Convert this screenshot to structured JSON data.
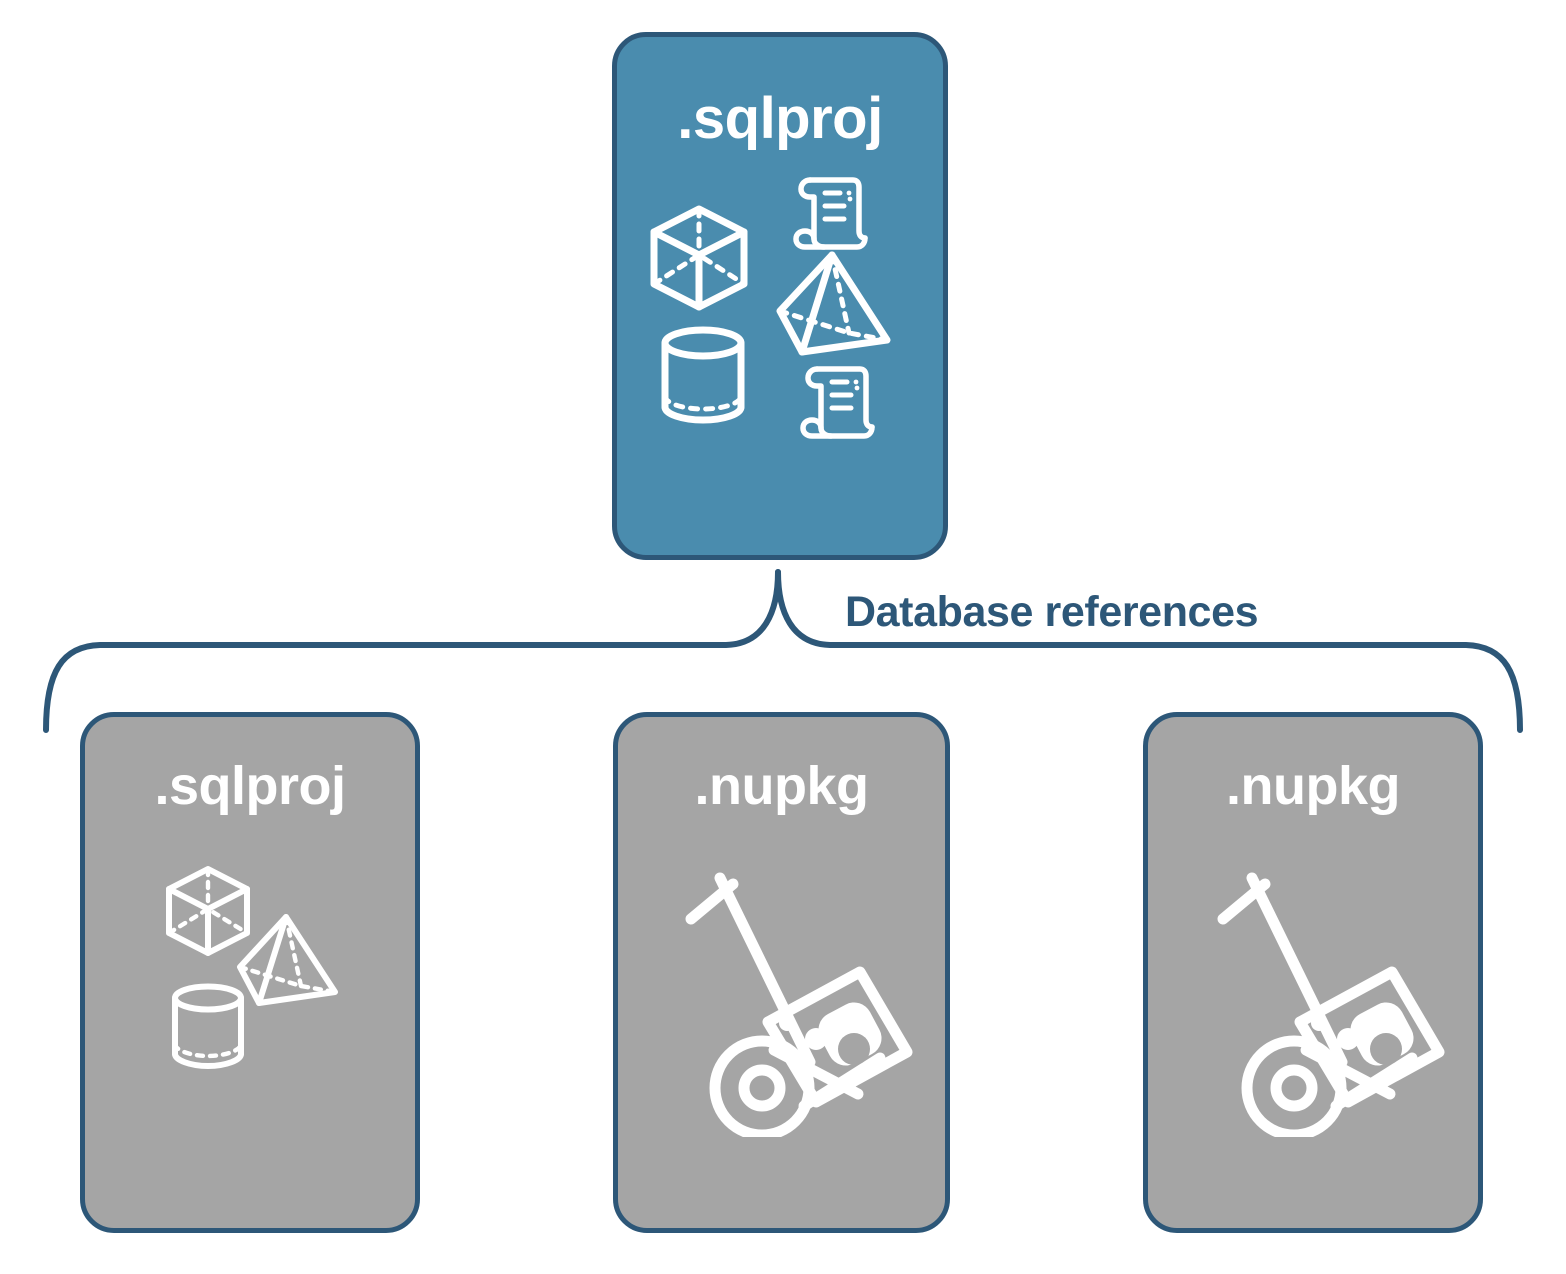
{
  "diagram": {
    "title_text_top": ".sqlproj",
    "edge_label": "Database references",
    "colors": {
      "primary_blue": "#4a8cae",
      "node_gray": "#a5a5a5",
      "border_navy": "#2d5778",
      "label_navy": "#2d5778",
      "icon_white": "#ffffff",
      "background": "#ffffff"
    },
    "nodes": [
      {
        "id": "root",
        "label": ".sqlproj",
        "fill": "blue",
        "icons": [
          "cube-icon",
          "scroll-icon",
          "pyramid-icon",
          "cylinder-icon",
          "scroll-icon"
        ]
      },
      {
        "id": "ref-1",
        "label": ".sqlproj",
        "fill": "gray",
        "icons": [
          "cube-icon",
          "pyramid-icon",
          "cylinder-icon"
        ]
      },
      {
        "id": "ref-2",
        "label": ".nupkg",
        "fill": "gray",
        "icons": [
          "nuget-hand-truck-icon"
        ]
      },
      {
        "id": "ref-3",
        "label": ".nupkg",
        "fill": "gray",
        "icons": [
          "nuget-hand-truck-icon"
        ]
      }
    ]
  }
}
